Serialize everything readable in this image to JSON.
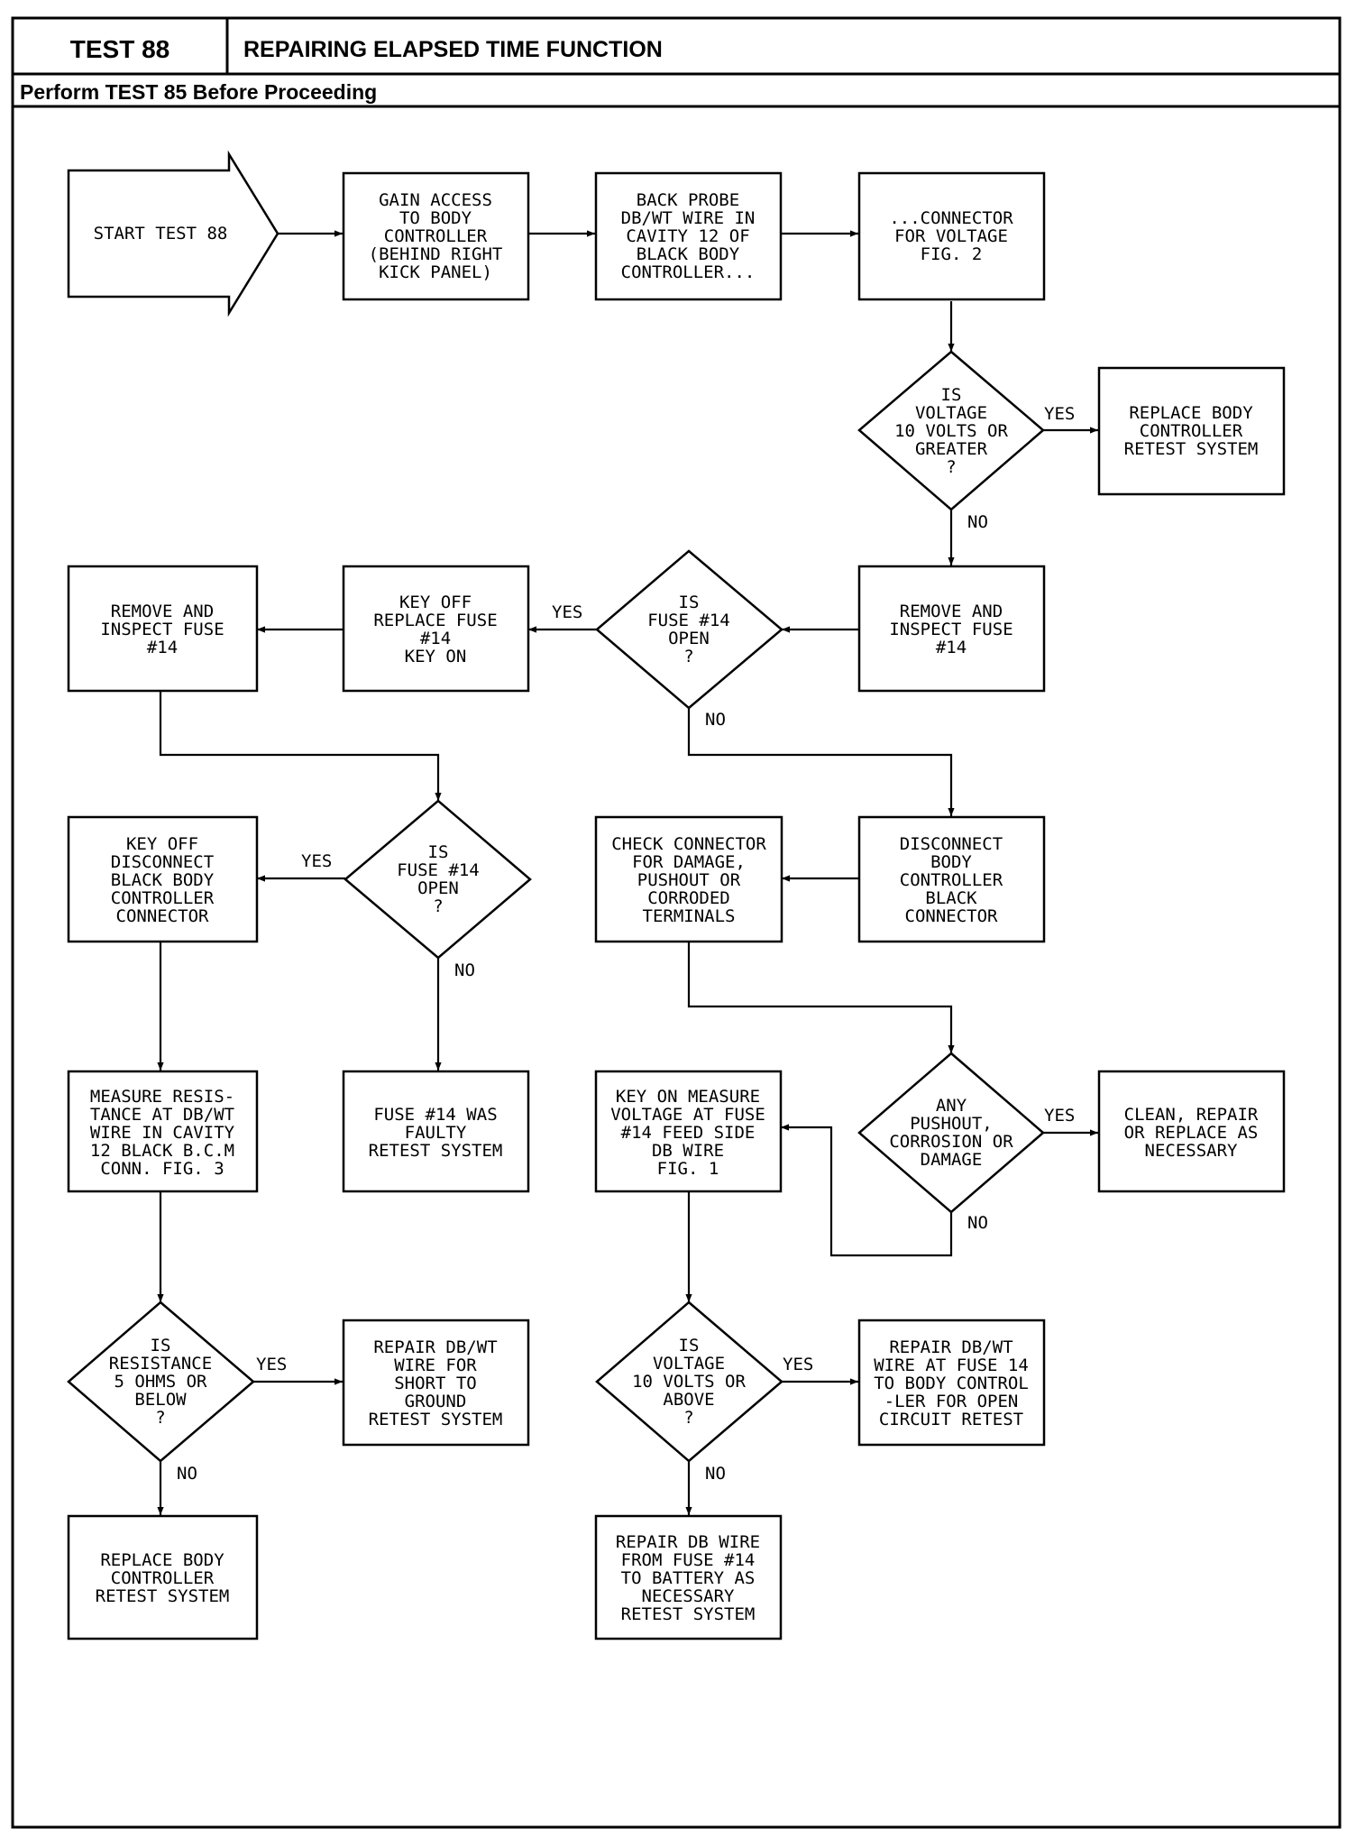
{
  "header": {
    "test_number": "TEST 88",
    "title": "REPAIRING ELAPSED TIME FUNCTION",
    "prerequisite": "Perform TEST 85 Before Proceeding"
  },
  "nodes": {
    "start": [
      "START TEST 88"
    ],
    "gain_access": [
      "GAIN ACCESS",
      "TO BODY",
      "CONTROLLER",
      "(BEHIND RIGHT",
      "KICK PANEL)"
    ],
    "back_probe": [
      "BACK PROBE",
      "DB/WT WIRE IN",
      "CAVITY 12 OF",
      "BLACK BODY",
      "CONTROLLER..."
    ],
    "connector_voltage": [
      "...CONNECTOR",
      "FOR VOLTAGE",
      "FIG. 2"
    ],
    "is_voltage_10": [
      "IS",
      "VOLTAGE",
      "10 VOLTS OR",
      "GREATER",
      "?"
    ],
    "replace_body_1": [
      "REPLACE BODY",
      "CONTROLLER",
      "RETEST SYSTEM"
    ],
    "remove_inspect_right": [
      "REMOVE AND",
      "INSPECT FUSE",
      "#14"
    ],
    "is_fuse_open_1": [
      "IS",
      "FUSE #14",
      "OPEN",
      "?"
    ],
    "key_off_replace": [
      "KEY OFF",
      "REPLACE FUSE",
      "#14",
      "KEY ON"
    ],
    "remove_inspect_left": [
      "REMOVE AND",
      "INSPECT FUSE",
      "#14"
    ],
    "is_fuse_open_2": [
      "IS",
      "FUSE #14",
      "OPEN",
      "?"
    ],
    "key_off_disconnect": [
      "KEY OFF",
      "DISCONNECT",
      "BLACK BODY",
      "CONTROLLER",
      "CONNECTOR"
    ],
    "check_connector": [
      "CHECK CONNECTOR",
      "FOR DAMAGE,",
      "PUSHOUT OR",
      "CORRODED",
      "TERMINALS"
    ],
    "disconnect_bc": [
      "DISCONNECT",
      "BODY",
      "CONTROLLER",
      "BLACK",
      "CONNECTOR"
    ],
    "measure_resistance": [
      "MEASURE RESIS-",
      "TANCE AT DB/WT",
      "WIRE IN CAVITY",
      "12 BLACK B.C.M",
      "CONN. FIG. 3"
    ],
    "fuse_faulty": [
      "FUSE #14 WAS",
      "FAULTY",
      "RETEST SYSTEM"
    ],
    "key_on_measure": [
      "KEY ON MEASURE",
      "VOLTAGE AT FUSE",
      "#14 FEED SIDE",
      "DB WIRE",
      "FIG. 1"
    ],
    "any_pushout": [
      "ANY",
      "PUSHOUT,",
      "CORROSION OR",
      "DAMAGE"
    ],
    "clean_repair": [
      "CLEAN, REPAIR",
      "OR REPLACE AS",
      "NECESSARY"
    ],
    "is_resistance_5": [
      "IS",
      "RESISTANCE",
      "5 OHMS OR",
      "BELOW",
      "?"
    ],
    "repair_short": [
      "REPAIR DB/WT",
      "WIRE FOR",
      "SHORT TO",
      "GROUND",
      "RETEST SYSTEM"
    ],
    "is_voltage_above": [
      "IS",
      "VOLTAGE",
      "10 VOLTS OR",
      "ABOVE",
      "?"
    ],
    "repair_open": [
      "REPAIR DB/WT",
      "WIRE AT FUSE 14",
      "TO BODY CONTROL",
      "-LER FOR OPEN",
      "CIRCUIT RETEST"
    ],
    "replace_body_2": [
      "REPLACE BODY",
      "CONTROLLER",
      "RETEST SYSTEM"
    ],
    "repair_db_battery": [
      "REPAIR DB WIRE",
      "FROM FUSE #14",
      "TO BATTERY AS",
      "NECESSARY",
      "RETEST SYSTEM"
    ]
  },
  "branch_labels": {
    "yes": "YES",
    "no": "NO"
  }
}
